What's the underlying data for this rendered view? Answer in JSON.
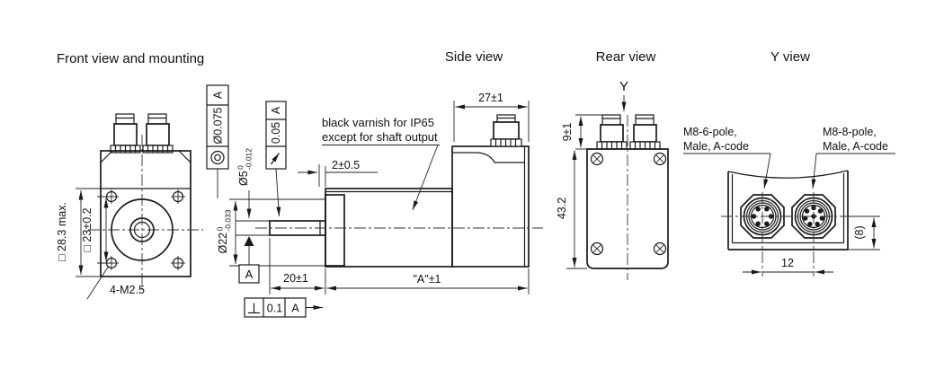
{
  "views": {
    "front": {
      "title": "Front view and mounting",
      "dims": {
        "size_sq": "□ 28.3 max.",
        "hole_sq": "□ 23±0.2",
        "thread": "4-M2.5"
      }
    },
    "side": {
      "title": "Side view",
      "note_line1": "black varnish for IP65",
      "note_line2": "except for shaft output",
      "dims": {
        "boss_protrusion": "2±0.5",
        "top_width": "27±1",
        "shaft_section": "20±1",
        "body_length": "\"A\"±1"
      }
    },
    "rear": {
      "title": "Rear view",
      "y_marker": "Y",
      "dims": {
        "connector_height": "9±1",
        "body_height": "43.2"
      }
    },
    "y": {
      "title": "Y view",
      "label_left": {
        "line1": "M8-6-pole,",
        "line2": "Male, A-code"
      },
      "label_right": {
        "line1": "M8-8-pole,",
        "line2": "Male, A-code"
      },
      "dims": {
        "connector_spacing": "12",
        "connector_offset": "(8)"
      }
    }
  },
  "gdt": {
    "concentricity": {
      "symbol": "concentricity-icon",
      "value": "Ø0.075",
      "datum": "A"
    },
    "runout": {
      "symbol": "circular-runout-icon",
      "value": "0.05",
      "datum": "A"
    },
    "perpendicularity": {
      "symbol": "perpendicularity-icon",
      "value": "0.1",
      "datum": "A"
    },
    "datum_label": "A",
    "shaft_dia": {
      "base": "Ø5",
      "sup": "0",
      "sub": "-0.012"
    },
    "boss_dia": {
      "base": "Ø22",
      "sup": "0",
      "sub": "-0.033"
    }
  },
  "colors": {
    "line": "#1a1a1a",
    "background": "#ffffff"
  }
}
